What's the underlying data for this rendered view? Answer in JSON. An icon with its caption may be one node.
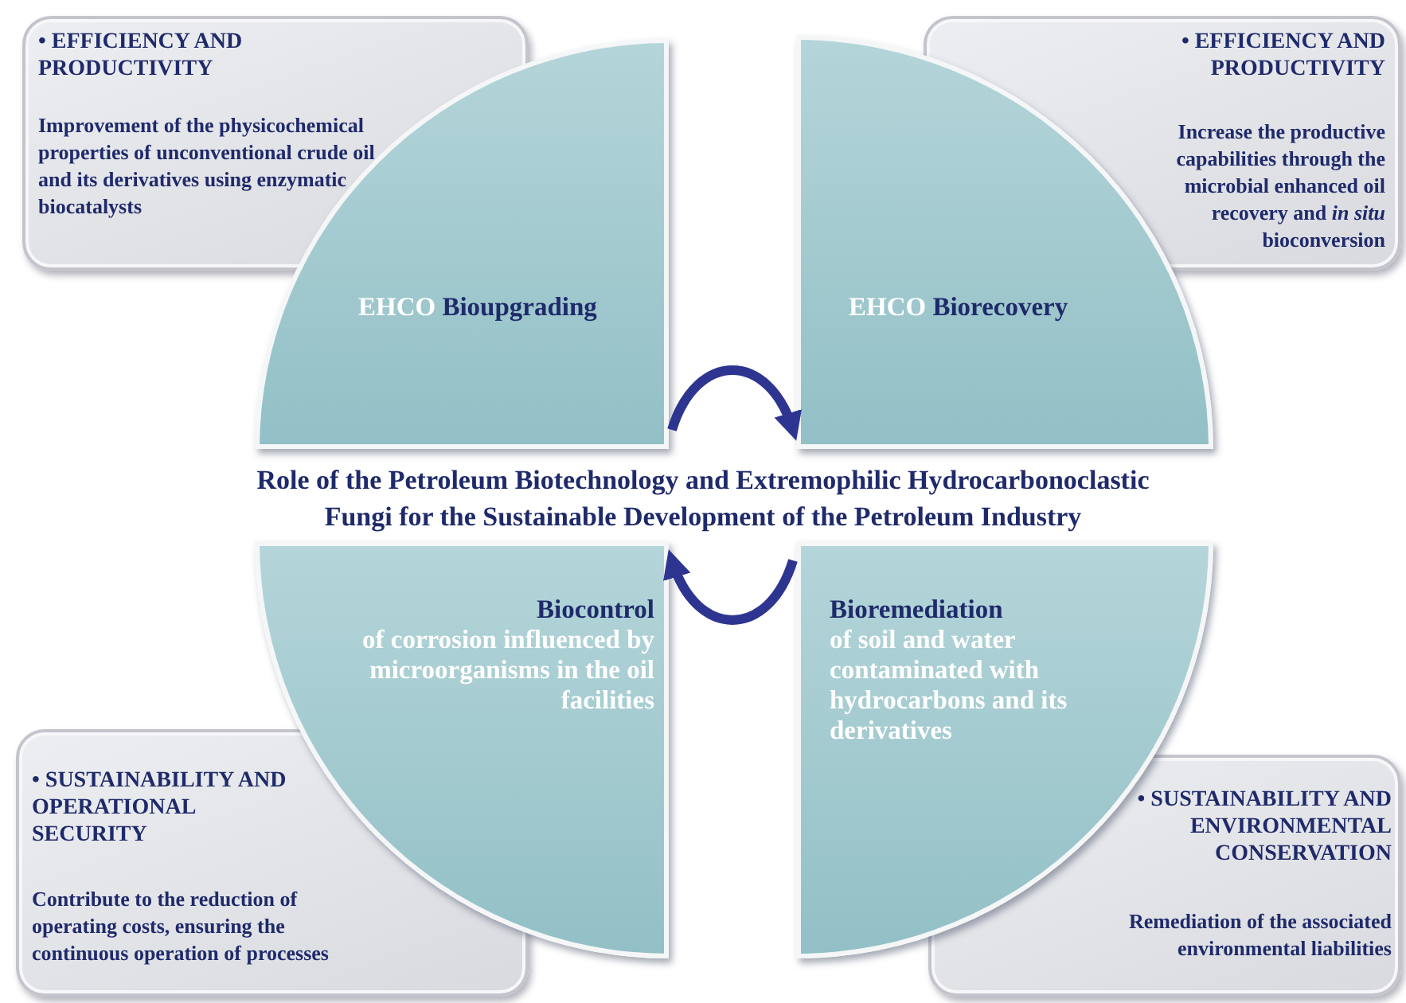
{
  "diagram": {
    "title": "Role of the Petroleum Biotechnology and Extremophilic Hydrocarbonoclastic Fungi for the Sustainable Development of the Petroleum Industry",
    "nodes": [
      {
        "text": [
          "• EFFICIENCY AND PRODUCTIVITY",
          "Improvement of the physicochemical properties of unconventional crude oil and its derivatives using enzymatic biocatalysts"
        ]
      },
      {
        "text": [
          "• EFFICIENCY AND PRODUCTIVITY",
          "Increase the productive capabilities through the microbial enhanced oil recovery and *in situ* bioconversion"
        ]
      },
      {
        "text": [
          "EHCO",
          "Bioupgrading"
        ]
      },
      {
        "text": [
          "EHCO",
          "Biorecovery"
        ]
      },
      {
        "text": [
          "Biocontrol",
          "of corrosion influenced by microorganisms in the oil facilities"
        ]
      },
      {
        "text": [
          "Bioremediation",
          "of soil and water contaminated with hydrocarbons and its derivatives"
        ]
      },
      {
        "text": [
          "• SUSTAINABILITY AND OPERATIONAL SECURITY",
          "Contribute to the reduction of operating costs, ensuring the continuous operation of processes"
        ]
      },
      {
        "text": [
          "• SUSTAINABILITY AND ENVIRONMENTAL CONSERVATION",
          "Remediation of the associated environmental liabilities"
        ]
      }
    ],
    "edges": [
      {
        "from": 2,
        "to": 3,
        "arrow": "to"
      },
      {
        "from": 5,
        "to": 4,
        "arrow": "to"
      }
    ]
  }
}
